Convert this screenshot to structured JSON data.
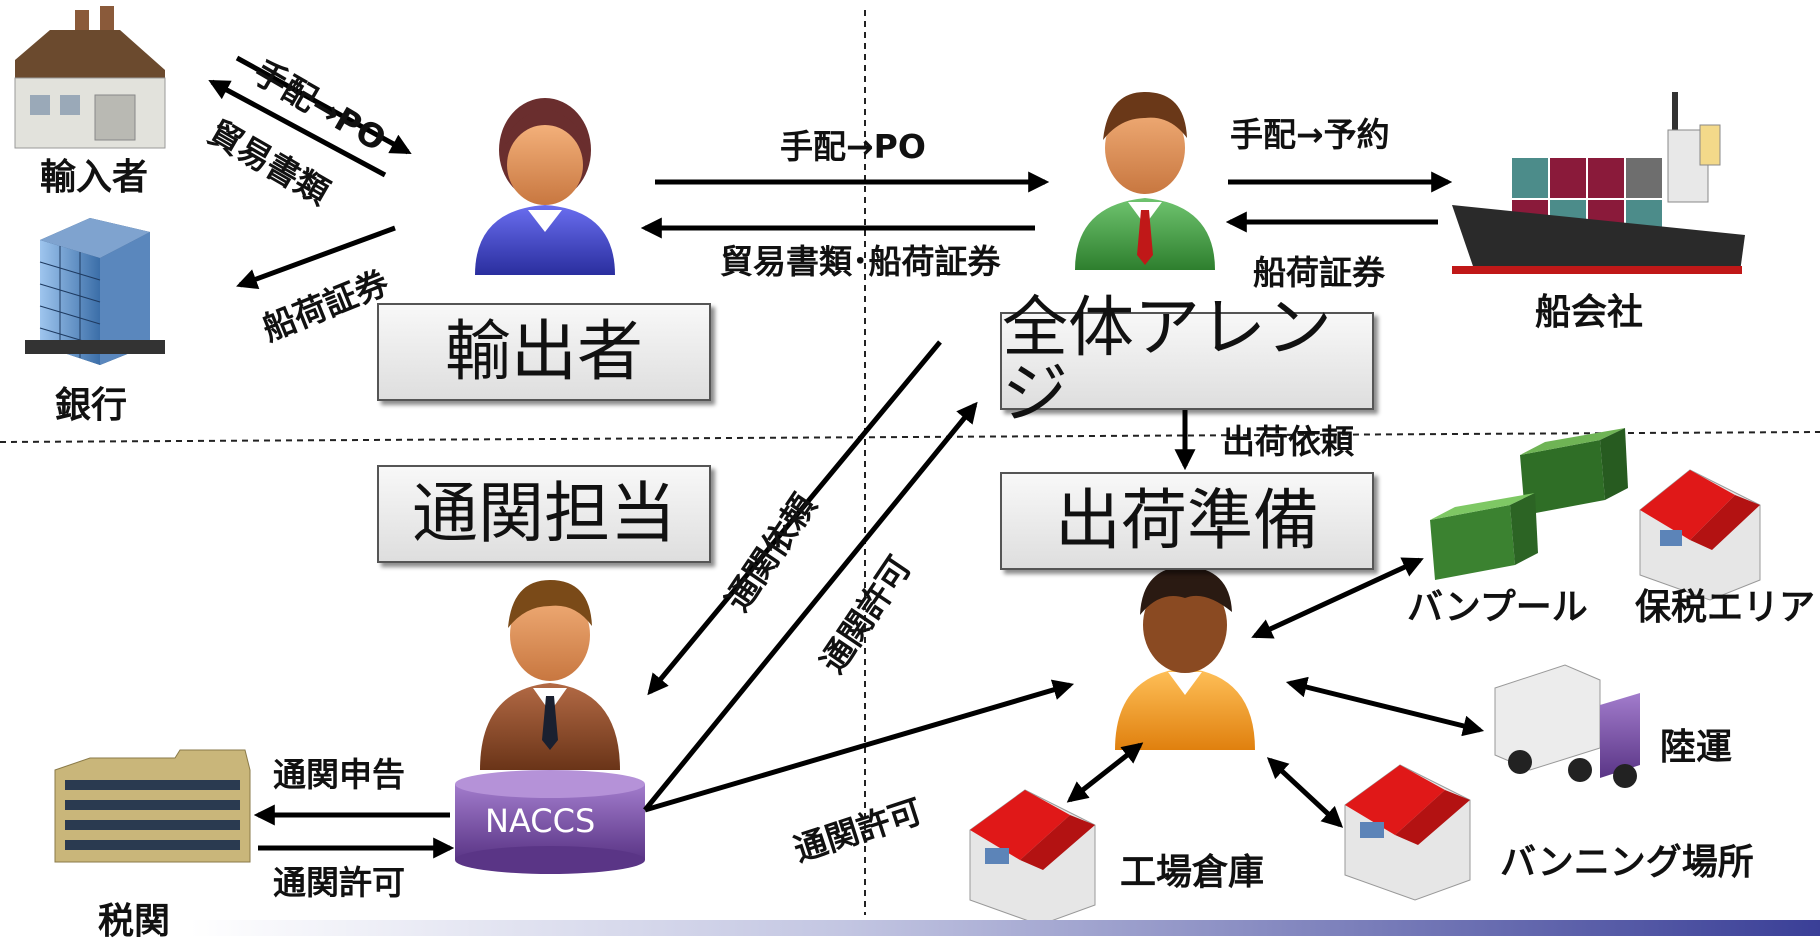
{
  "roles": {
    "exporter": "輸出者",
    "overall_arrange": "全体アレンジ",
    "customs_broker": "通関担当",
    "shipment_prep": "出荷準備"
  },
  "parties": {
    "importer": "輸入者",
    "bank": "銀行",
    "shipping_company": "船会社",
    "customs": "税関",
    "naccs": "NACCS",
    "van_pool": "バンプール",
    "bonded_area": "保税エリア",
    "land_transport": "陸運",
    "factory_warehouse": "工場倉庫",
    "vanning_place": "バンニング場所"
  },
  "flows": {
    "importer_order": "手配→PO",
    "importer_docs": "貿易書類",
    "bank_bl": "船荷証券",
    "arranger_order": "手配→PO",
    "arranger_docs": "貿易書類･船荷証券",
    "booking": "手配→予約",
    "carrier_bl": "船荷証券",
    "shipping_request": "出荷依頼",
    "customs_request": "通関依頼",
    "customs_permit_up": "通関許可",
    "customs_permit_down": "通関許可",
    "declaration": "通関申告",
    "customs_permit_back": "通関許可"
  },
  "colors": {
    "exporter_person": "#3b3fbf",
    "arranger_person": "#3f9e3f",
    "broker_person": "#8a4a2a",
    "prep_person": "#f0a020",
    "container": "#4f9a3c",
    "naccs": "#7a4f9e",
    "ship_hull": "#2a2a2a",
    "roof": "#e01818",
    "truck_cab": "#8a3fb0"
  }
}
